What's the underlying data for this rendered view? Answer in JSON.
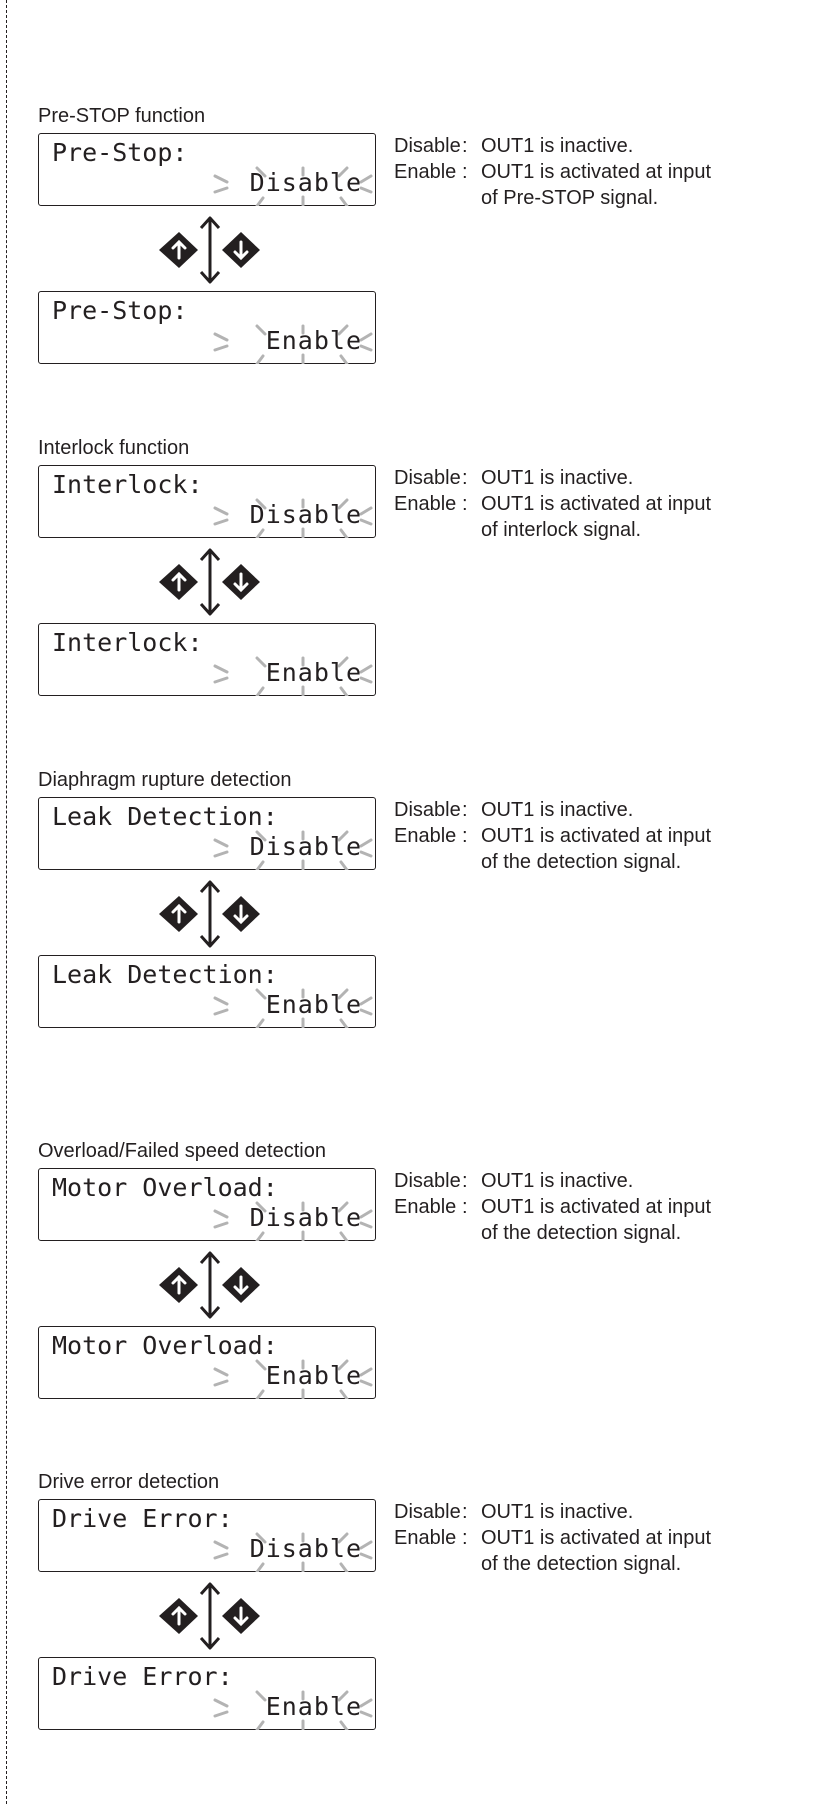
{
  "sections": [
    {
      "title": "Pre-STOP function",
      "lcd_label": "Pre-Stop:",
      "value_disable": "Disable",
      "value_enable": "Enable",
      "desc_disable_key": "Disable",
      "desc_disable_text": "OUT1 is inactive.",
      "desc_enable_key": "Enable",
      "desc_enable_text": "OUT1 is activated at input",
      "desc_enable_cont": "of Pre-STOP signal."
    },
    {
      "title": "Interlock function",
      "lcd_label": "Interlock:",
      "value_disable": "Disable",
      "value_enable": "Enable",
      "desc_disable_key": "Disable",
      "desc_disable_text": "OUT1 is inactive.",
      "desc_enable_key": "Enable",
      "desc_enable_text": "OUT1 is activated at input",
      "desc_enable_cont": "of interlock signal."
    },
    {
      "title": "Diaphragm rupture detection",
      "lcd_label": "Leak Detection:",
      "value_disable": "Disable",
      "value_enable": "Enable",
      "desc_disable_key": "Disable",
      "desc_disable_text": "OUT1 is inactive.",
      "desc_enable_key": "Enable",
      "desc_enable_text": "OUT1 is activated at input",
      "desc_enable_cont": "of the detection signal."
    },
    {
      "title": "Overload/Failed speed detection",
      "lcd_label": "Motor Overload:",
      "value_disable": "Disable",
      "value_enable": "Enable",
      "desc_disable_key": "Disable",
      "desc_disable_text": "OUT1 is inactive.",
      "desc_enable_key": "Enable",
      "desc_enable_text": "OUT1 is activated at input",
      "desc_enable_cont": "of the detection signal."
    },
    {
      "title": "Drive error detection",
      "lcd_label": "Drive Error:",
      "value_disable": "Disable",
      "value_enable": "Enable",
      "desc_disable_key": "Disable",
      "desc_disable_text": "OUT1 is inactive.",
      "desc_enable_key": "Enable",
      "desc_enable_text": "OUT1 is activated at input",
      "desc_enable_cont": "of the detection signal."
    }
  ],
  "colors": {
    "ink": "#231f20",
    "blink_marks": "#b3b3b3",
    "key_fill": "#231f20"
  },
  "icons": {
    "up_key": "up-arrow-key-icon",
    "down_key": "down-arrow-key-icon",
    "toggle": "double-arrow-icon",
    "blink": "blink-marks-icon"
  }
}
